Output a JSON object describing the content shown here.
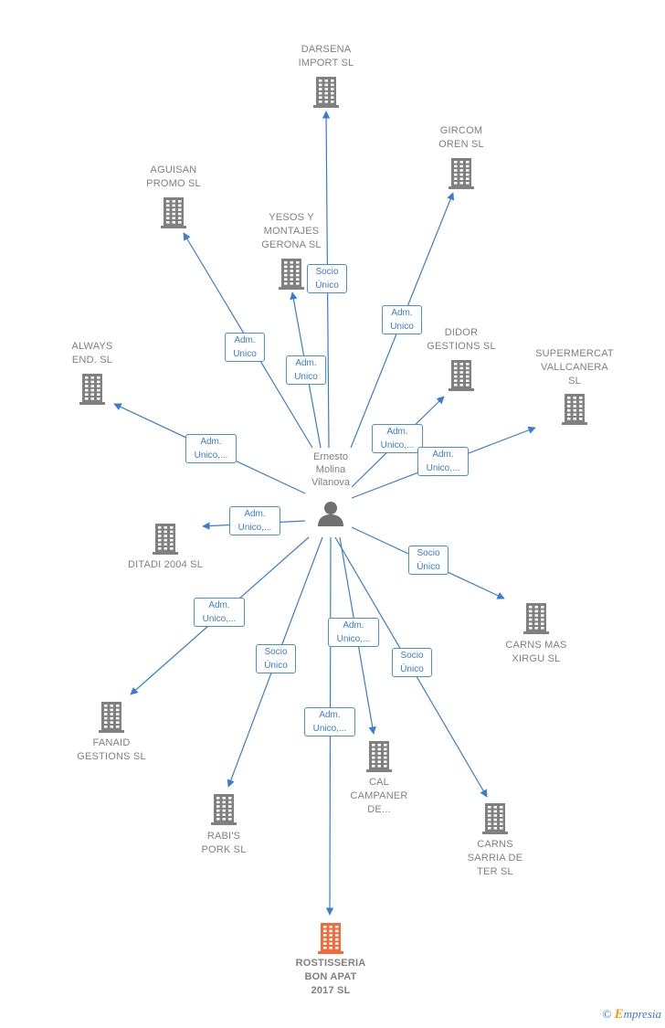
{
  "person": {
    "name": "Ernesto\nMolina\nVilanova",
    "icon": "person-icon"
  },
  "companies": [
    {
      "id": "darsena",
      "name": "DARSENA\nIMPORT SL",
      "color": "#808080"
    },
    {
      "id": "gircom",
      "name": "GIRCOM\nOREN SL",
      "color": "#808080"
    },
    {
      "id": "aguisan",
      "name": "AGUISAN\nPROMO SL",
      "color": "#808080"
    },
    {
      "id": "yesos",
      "name": "YESOS Y\nMONTAJES\nGERONA SL",
      "color": "#808080"
    },
    {
      "id": "always",
      "name": "ALWAYS\nEND.  SL",
      "color": "#808080"
    },
    {
      "id": "didor",
      "name": "DIDOR\nGESTIONS  SL",
      "color": "#808080"
    },
    {
      "id": "supermercat",
      "name": "SUPERMERCAT\nVALLCANERA\nSL",
      "color": "#808080"
    },
    {
      "id": "ditadi",
      "name": "DITADI 2004  SL",
      "color": "#808080"
    },
    {
      "id": "carnsmas",
      "name": "CARNS MAS\nXIRGU  SL",
      "color": "#808080"
    },
    {
      "id": "fanaid",
      "name": "FANAID\nGESTIONS  SL",
      "color": "#808080"
    },
    {
      "id": "calcampaner",
      "name": "CAL\nCAMPANER\nDE...",
      "color": "#808080"
    },
    {
      "id": "rabis",
      "name": "RABI'S\nPORK  SL",
      "color": "#808080"
    },
    {
      "id": "carnssarria",
      "name": "CARNS\nSARRIA DE\nTER  SL",
      "color": "#808080"
    },
    {
      "id": "rostisseria",
      "name": "ROSTISSERIA\nBON APAT\n2017  SL",
      "color": "#f26b3a",
      "main": true
    }
  ],
  "relations": [
    {
      "to": "darsena",
      "label": "Socio\nÚnico"
    },
    {
      "to": "gircom",
      "label": "Adm.\nUnico"
    },
    {
      "to": "aguisan",
      "label": "Adm.\nUnico"
    },
    {
      "to": "yesos",
      "label": "Adm.\nUnico"
    },
    {
      "to": "always",
      "label": "Adm.\nUnico,..."
    },
    {
      "to": "didor",
      "label": "Adm.\nUnico,..."
    },
    {
      "to": "supermercat",
      "label": "Adm.\nUnico,..."
    },
    {
      "to": "ditadi",
      "label": "Adm.\nUnico,..."
    },
    {
      "to": "carnsmas",
      "label": "Socio\nÚnico"
    },
    {
      "to": "fanaid",
      "label": "Adm.\nUnico,..."
    },
    {
      "to": "calcampaner",
      "label": "Adm.\nUnico,..."
    },
    {
      "to": "rabis",
      "label": "Socio\nÚnico"
    },
    {
      "to": "carnssarria",
      "label": "Socio\nÚnico"
    },
    {
      "to": "rostisseria",
      "label": "Adm.\nUnico,..."
    }
  ],
  "colors": {
    "edge": "#3a7bd5",
    "building": "#808080",
    "main_building": "#f26b3a",
    "person": "#707070"
  },
  "copyright": {
    "symbol": "©",
    "brand_initial": "E",
    "brand_rest": "mpresia"
  }
}
